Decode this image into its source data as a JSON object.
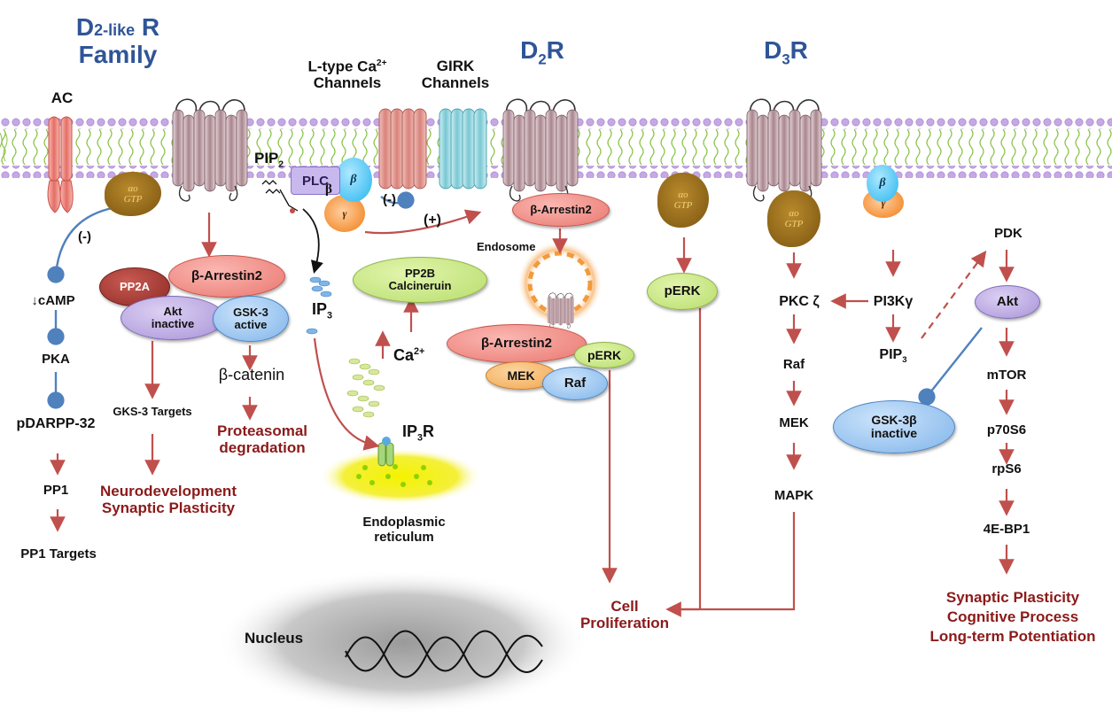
{
  "titles": {
    "family_line1": "D",
    "family_line1_sub": "2-like",
    "family_line1_end": " R",
    "family_line2": "Family",
    "d2r_main": "D",
    "d2r_sub": "2",
    "d2r_end": "R",
    "d3r_main": "D",
    "d3r_sub": "3",
    "d3r_end": "R"
  },
  "membrane_labels": {
    "ac": "AC",
    "ltype_line1": "L-type Ca",
    "ltype_sup": "2+",
    "ltype_line2": "Channels",
    "girk_line1": "GIRK",
    "girk_line2": "Channels",
    "pip2": "PIP",
    "pip2_sub": "2",
    "plc": "PLC",
    "plc_beta": "β"
  },
  "g_proteins": {
    "alpha_o": "αo",
    "gtp": "GTP",
    "beta": "β",
    "gamma": "γ"
  },
  "signs": {
    "minus_ac": "(-)",
    "minus_channel": "(-)",
    "plus_girk": "(+)"
  },
  "left_pathway": {
    "camp": "↓cAMP",
    "pka": "PKA",
    "pdarpp": "pDARPP-32",
    "pp1": "PP1",
    "pp1_targets": "PP1 Targets"
  },
  "arrestin_complex": {
    "pp2a": "PP2A",
    "barrestin": "β-Arrestin2",
    "akt_line1": "Akt",
    "akt_line2": "inactive",
    "gsk_line1": "GSK-3",
    "gsk_line2": "active",
    "bcatenin": "β-catenin",
    "gks_targets": "GKS-3 Targets",
    "proteasomal_line1": "Proteasomal",
    "proteasomal_line2": "degradation",
    "outcome_line1": "Neurodevelopment",
    "outcome_line2": "Synaptic Plasticity"
  },
  "calcium_pathway": {
    "ip3": "IP",
    "ip3_sub": "3",
    "pp2b_line1": "PP2B",
    "pp2b_line2": "Calcineruin",
    "ca": "Ca",
    "ca_sup": "2+",
    "ip3r": "IP",
    "ip3r_sub": "3",
    "ip3r_end": "R",
    "er_line1": "Endoplasmic",
    "er_line2": "reticulum"
  },
  "d2r_pathway": {
    "barrestin_top": "β-Arrestin2",
    "endosome": "Endosome",
    "barrestin_bottom": "β-Arrestin2",
    "mek": "MEK",
    "raf": "Raf",
    "perk": "pERK",
    "perk_right": "pERK",
    "cell_line1": "Cell",
    "cell_line2": "Proliferation"
  },
  "d3r_pathway": {
    "pkc": "PKC ζ",
    "raf": "Raf",
    "mek": "MEK",
    "mapk": "MAPK",
    "pi3k": "PI3Kγ",
    "pip3": "PIP",
    "pip3_sub": "3",
    "pdk": "PDK",
    "akt": "Akt",
    "gsk_line1": "GSK-3β",
    "gsk_line2": "inactive",
    "mtor": "mTOR",
    "p70s6": "p70S6",
    "rps6": "rpS6",
    "ebp1": "4E-BP1",
    "outcome_line1": "Synaptic Plasticity",
    "outcome_line2": "Cognitive Process",
    "outcome_line3": "Long-term Potentiation"
  },
  "nucleus": "Nucleus",
  "colors": {
    "title_blue": "#2f5597",
    "arrow_red": "#c0504d",
    "inhibit_blue": "#4f81bd",
    "outcome_red": "#8b1a1a",
    "membrane_green": "#8bc34a",
    "membrane_purple": "#b59ad6"
  }
}
